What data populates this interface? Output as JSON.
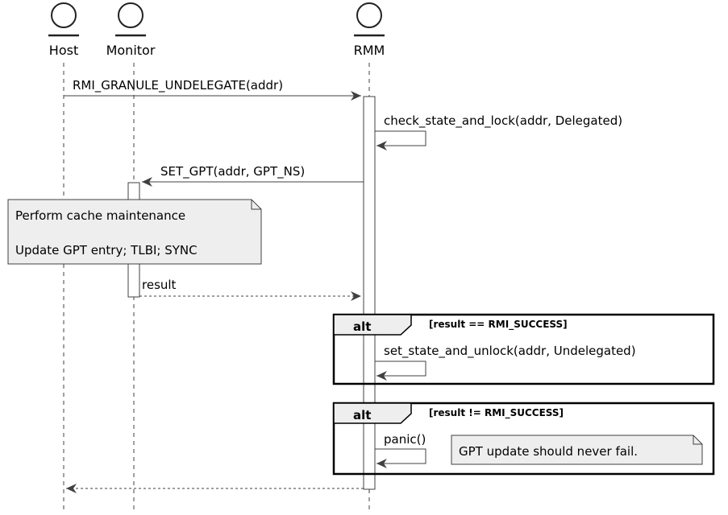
{
  "actors": {
    "host": "Host",
    "monitor": "Monitor",
    "rmm": "RMM"
  },
  "messages": {
    "granule_undelegate": "RMI_GRANULE_UNDELEGATE(addr)",
    "check_state": "check_state_and_lock(addr, Delegated)",
    "set_gpt": "SET_GPT(addr, GPT_NS)",
    "result": "result",
    "set_state": "set_state_and_unlock(addr, Undelegated)",
    "panic": "panic()"
  },
  "notes": {
    "cache_line1": "Perform cache maintenance",
    "cache_line2": "Update GPT entry; TLBI; SYNC",
    "gpt_fail": "GPT update should never fail."
  },
  "fragments": [
    {
      "keyword": "alt",
      "guard": "[result == RMI_SUCCESS]"
    },
    {
      "keyword": "alt",
      "guard": "[result != RMI_SUCCESS]"
    }
  ]
}
